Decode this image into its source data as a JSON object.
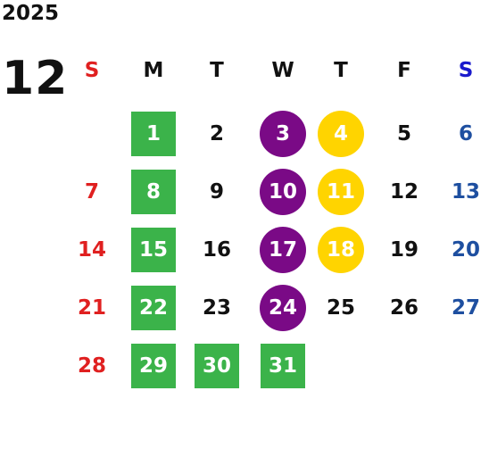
{
  "calendar": {
    "year": "2025",
    "month": "12",
    "weekdays": [
      "S",
      "M",
      "T",
      "W",
      "T",
      "F",
      "S"
    ],
    "weekday_colors": [
      "#e02020",
      "#111111",
      "#111111",
      "#111111",
      "#111111",
      "#111111",
      "#1a1acc"
    ],
    "weeks": [
      [
        "",
        "1",
        "2",
        "3",
        "4",
        "5",
        "6"
      ],
      [
        "7",
        "8",
        "9",
        "10",
        "11",
        "12",
        "13"
      ],
      [
        "14",
        "15",
        "16",
        "17",
        "18",
        "19",
        "20"
      ],
      [
        "21",
        "22",
        "23",
        "24",
        "25",
        "26",
        "27"
      ],
      [
        "28",
        "29",
        "30",
        "31",
        "",
        "",
        ""
      ]
    ],
    "highlights": {
      "green": [
        "1",
        "8",
        "15",
        "22",
        "29",
        "30",
        "31"
      ],
      "purple": [
        "3",
        "10",
        "17",
        "24"
      ],
      "yellow": [
        "4",
        "11",
        "18"
      ]
    },
    "colors": {
      "green": "#3bb34a",
      "purple": "#7a0a86",
      "yellow": "#ffd400",
      "sunday": "#e02020",
      "saturday": "#1e4fa0"
    }
  }
}
